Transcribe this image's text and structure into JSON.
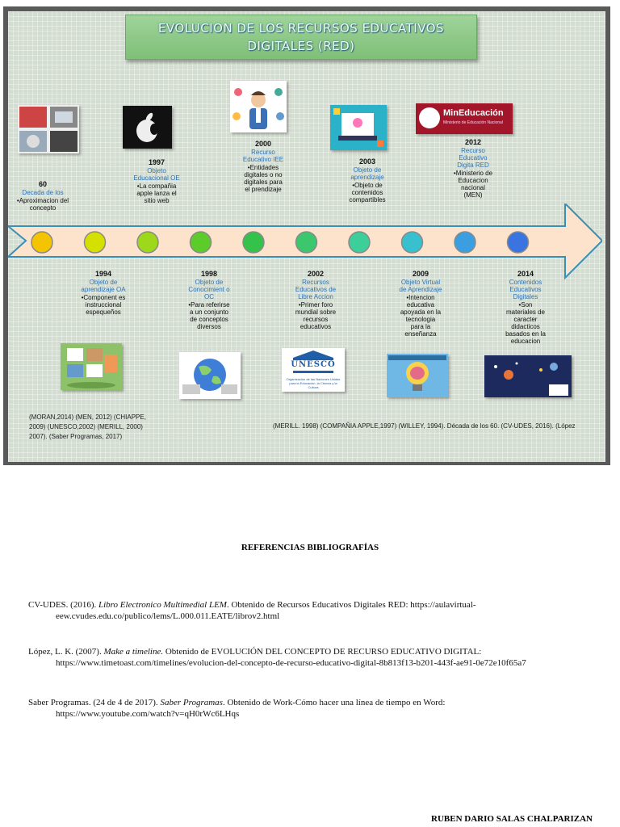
{
  "timeline": {
    "title_line1": "EVOLUCION DE LOS RECURSOS EDUCATIVOS",
    "title_line2": "DIGITALES (RED)",
    "top_events": [
      {
        "year": "60",
        "name": "Decada de los",
        "desc": "•Aproximacion del concepto"
      },
      {
        "year": "1997",
        "name": "Objeto Educacional OE",
        "desc": "•La compañia apple lanza el sitio web"
      },
      {
        "year": "2000",
        "name": "Recurso Educativo IEE",
        "desc": "•Entidades digitales o no digitales para el prendizaje"
      },
      {
        "year": "2003",
        "name": "Objeto de aprendizaje",
        "desc": "•Objeto de contenidos compartibles"
      },
      {
        "year": "2012",
        "name": "Recurso Educativo Digita RED",
        "desc": "•Ministerio de Educacion nacional (MEN)"
      }
    ],
    "bottom_events": [
      {
        "year": "1994",
        "name": "Objeto de aprendizaje OA",
        "desc": "•Component es instruccional espequeños"
      },
      {
        "year": "1998",
        "name": "Objeto de Conocimient o OC",
        "desc": "•Para referirse a un conjunto de conceptos diversos"
      },
      {
        "year": "2002",
        "name": "Recursos Educativos de Libre Accion",
        "desc": "•Primer foro mundial sobre recursos educativos"
      },
      {
        "year": "2009",
        "name": "Objeto Virtual de Aprendizaje",
        "desc": "•Intencion educativa apoyada en la tecnologia para la enseñanza"
      },
      {
        "year": "2014",
        "name": "Contenidos Educativos Digitales",
        "desc": "•Son materiales de caracter didacticos basados en la educacion"
      }
    ],
    "logo_mineducacion": "MinEducación",
    "logo_mineducacion_sub": "Ministerio de Educación Nacional",
    "logo_unesco": "UNESCO",
    "logo_unesco_sub": "Organización de las Naciones Unidas para la Educación, la Ciencia y la Cultura",
    "citations_left": "(MORAN,2014) (MEN, 2012) (CHIAPPE, 2009) (UNESCO,2002) (MERILL, 2000) 2007). (Saber Programas, 2017)",
    "citations_right": "(MERILL. 1998) (COMPAÑIA APPLE,1997) (WILLEY, 1994). Década de los 60. (CV-UDES, 2016). (López",
    "dot_colors": [
      "#f5c400",
      "#d6e000",
      "#9ed81a",
      "#5ccc2a",
      "#35c24a",
      "#3cc66e",
      "#3ccf9a",
      "#38c0cf",
      "#3a9ee0",
      "#3a74e0"
    ]
  },
  "references": {
    "heading": "REFERENCIAS BIBLIOGRAFÍAS",
    "items": [
      {
        "pre": "CV-UDES. (2016). ",
        "italic": "Libro Electronico Multimedial LEM",
        "post": ". Obtenido de Recursos Educativos Digitales RED: https://aulavirtual-",
        "cont": "eew.cvudes.edu.co/publico/lems/L.000.011.EATE/librov2.html"
      },
      {
        "pre": "López, L. K. (2007). ",
        "italic": "Make a timeline.",
        "post": " Obtenido de EVOLUCIÓN DEL CONCEPTO DE RECURSO EDUCATIVO DIGITAL:",
        "cont": "https://www.timetoast.com/timelines/evolucion-del-concepto-de-recurso-educativo-digital-8b813f13-b201-443f-ae91-0e72e10f65a7"
      },
      {
        "pre": "Saber Programas. (24 de 4 de 2017). ",
        "italic": "Saber Programas",
        "post": ". Obtenido de Work-Cómo hacer una línea de tiempo en Word:",
        "cont": "https://www.youtube.com/watch?v=qH0rWc6LHqs"
      }
    ]
  },
  "author": "RUBEN DARIO SALAS CHALPARIZAN"
}
